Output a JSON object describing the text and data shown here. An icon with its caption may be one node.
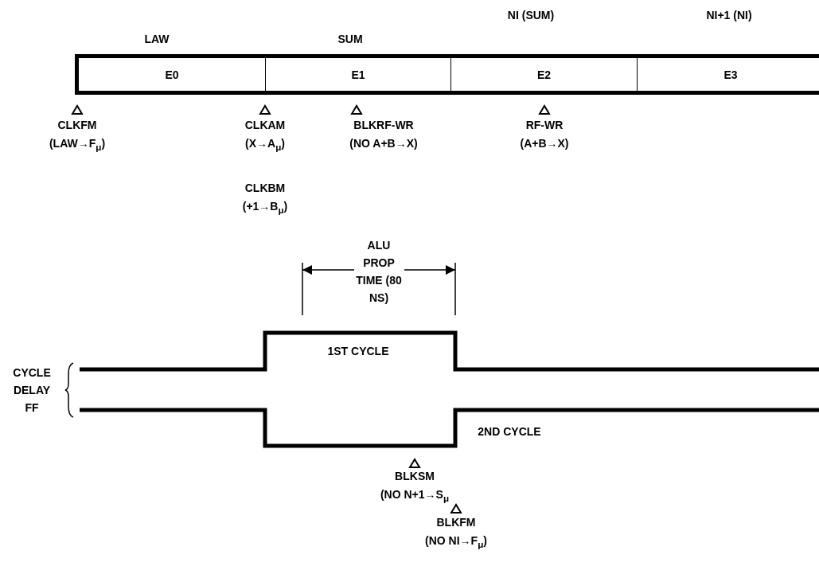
{
  "diagram": {
    "nodes": [
      {
        "text": [
          "E0"
        ]
      },
      {
        "text": [
          "E1"
        ]
      },
      {
        "text": [
          "E2"
        ]
      },
      {
        "text": [
          "E3"
        ]
      }
    ],
    "labels": [
      "NI (SUM)",
      "NI+1 (NI)",
      "LAW",
      "SUM",
      "CLKFM",
      "(LAW→F$_{μ}$)",
      "CLKAM",
      "(X→A$_{μ}$)",
      "BLKRF-WR",
      "(NO A+B→X)",
      "RF-WR",
      "(A+B→X)",
      "CLKBM",
      "(+1→B$_{μ}$)",
      "ALU PROP TIME (80 NS)",
      "1ST CYCLE",
      "CYCLE DELAY FF",
      "2ND CYCLE",
      "BLKSM",
      "(NO N+1→S$_{μ}$",
      "BLKFM",
      "(NO NI→F$_{μ}$)"
    ]
  }
}
